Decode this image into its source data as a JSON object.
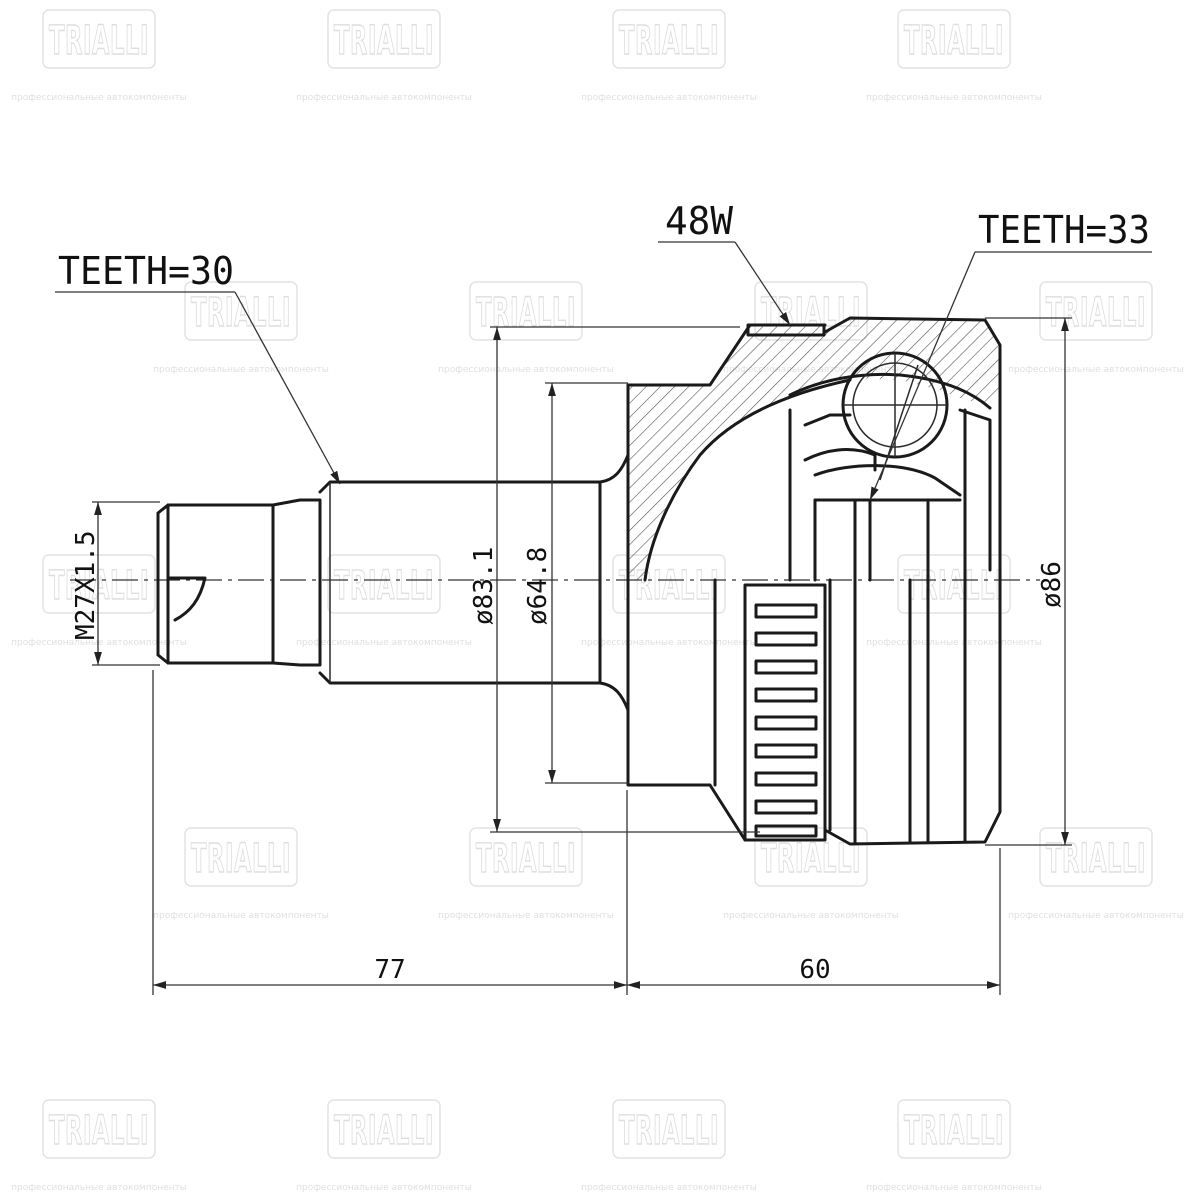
{
  "watermark": {
    "brand": "TRIALLI",
    "tagline": "профессиональные автокомпоненты"
  },
  "drawing": {
    "labels": {
      "teeth_left": "TEETH=30",
      "teeth_right": "TEETH=33",
      "abs": "48W"
    },
    "dimensions": {
      "thread": "M27X1.5",
      "dia_outer": "ø83.1",
      "dia_inner": "ø64.8",
      "dia_housing": "ø86",
      "len_shaft": "77",
      "len_housing": "60"
    }
  }
}
